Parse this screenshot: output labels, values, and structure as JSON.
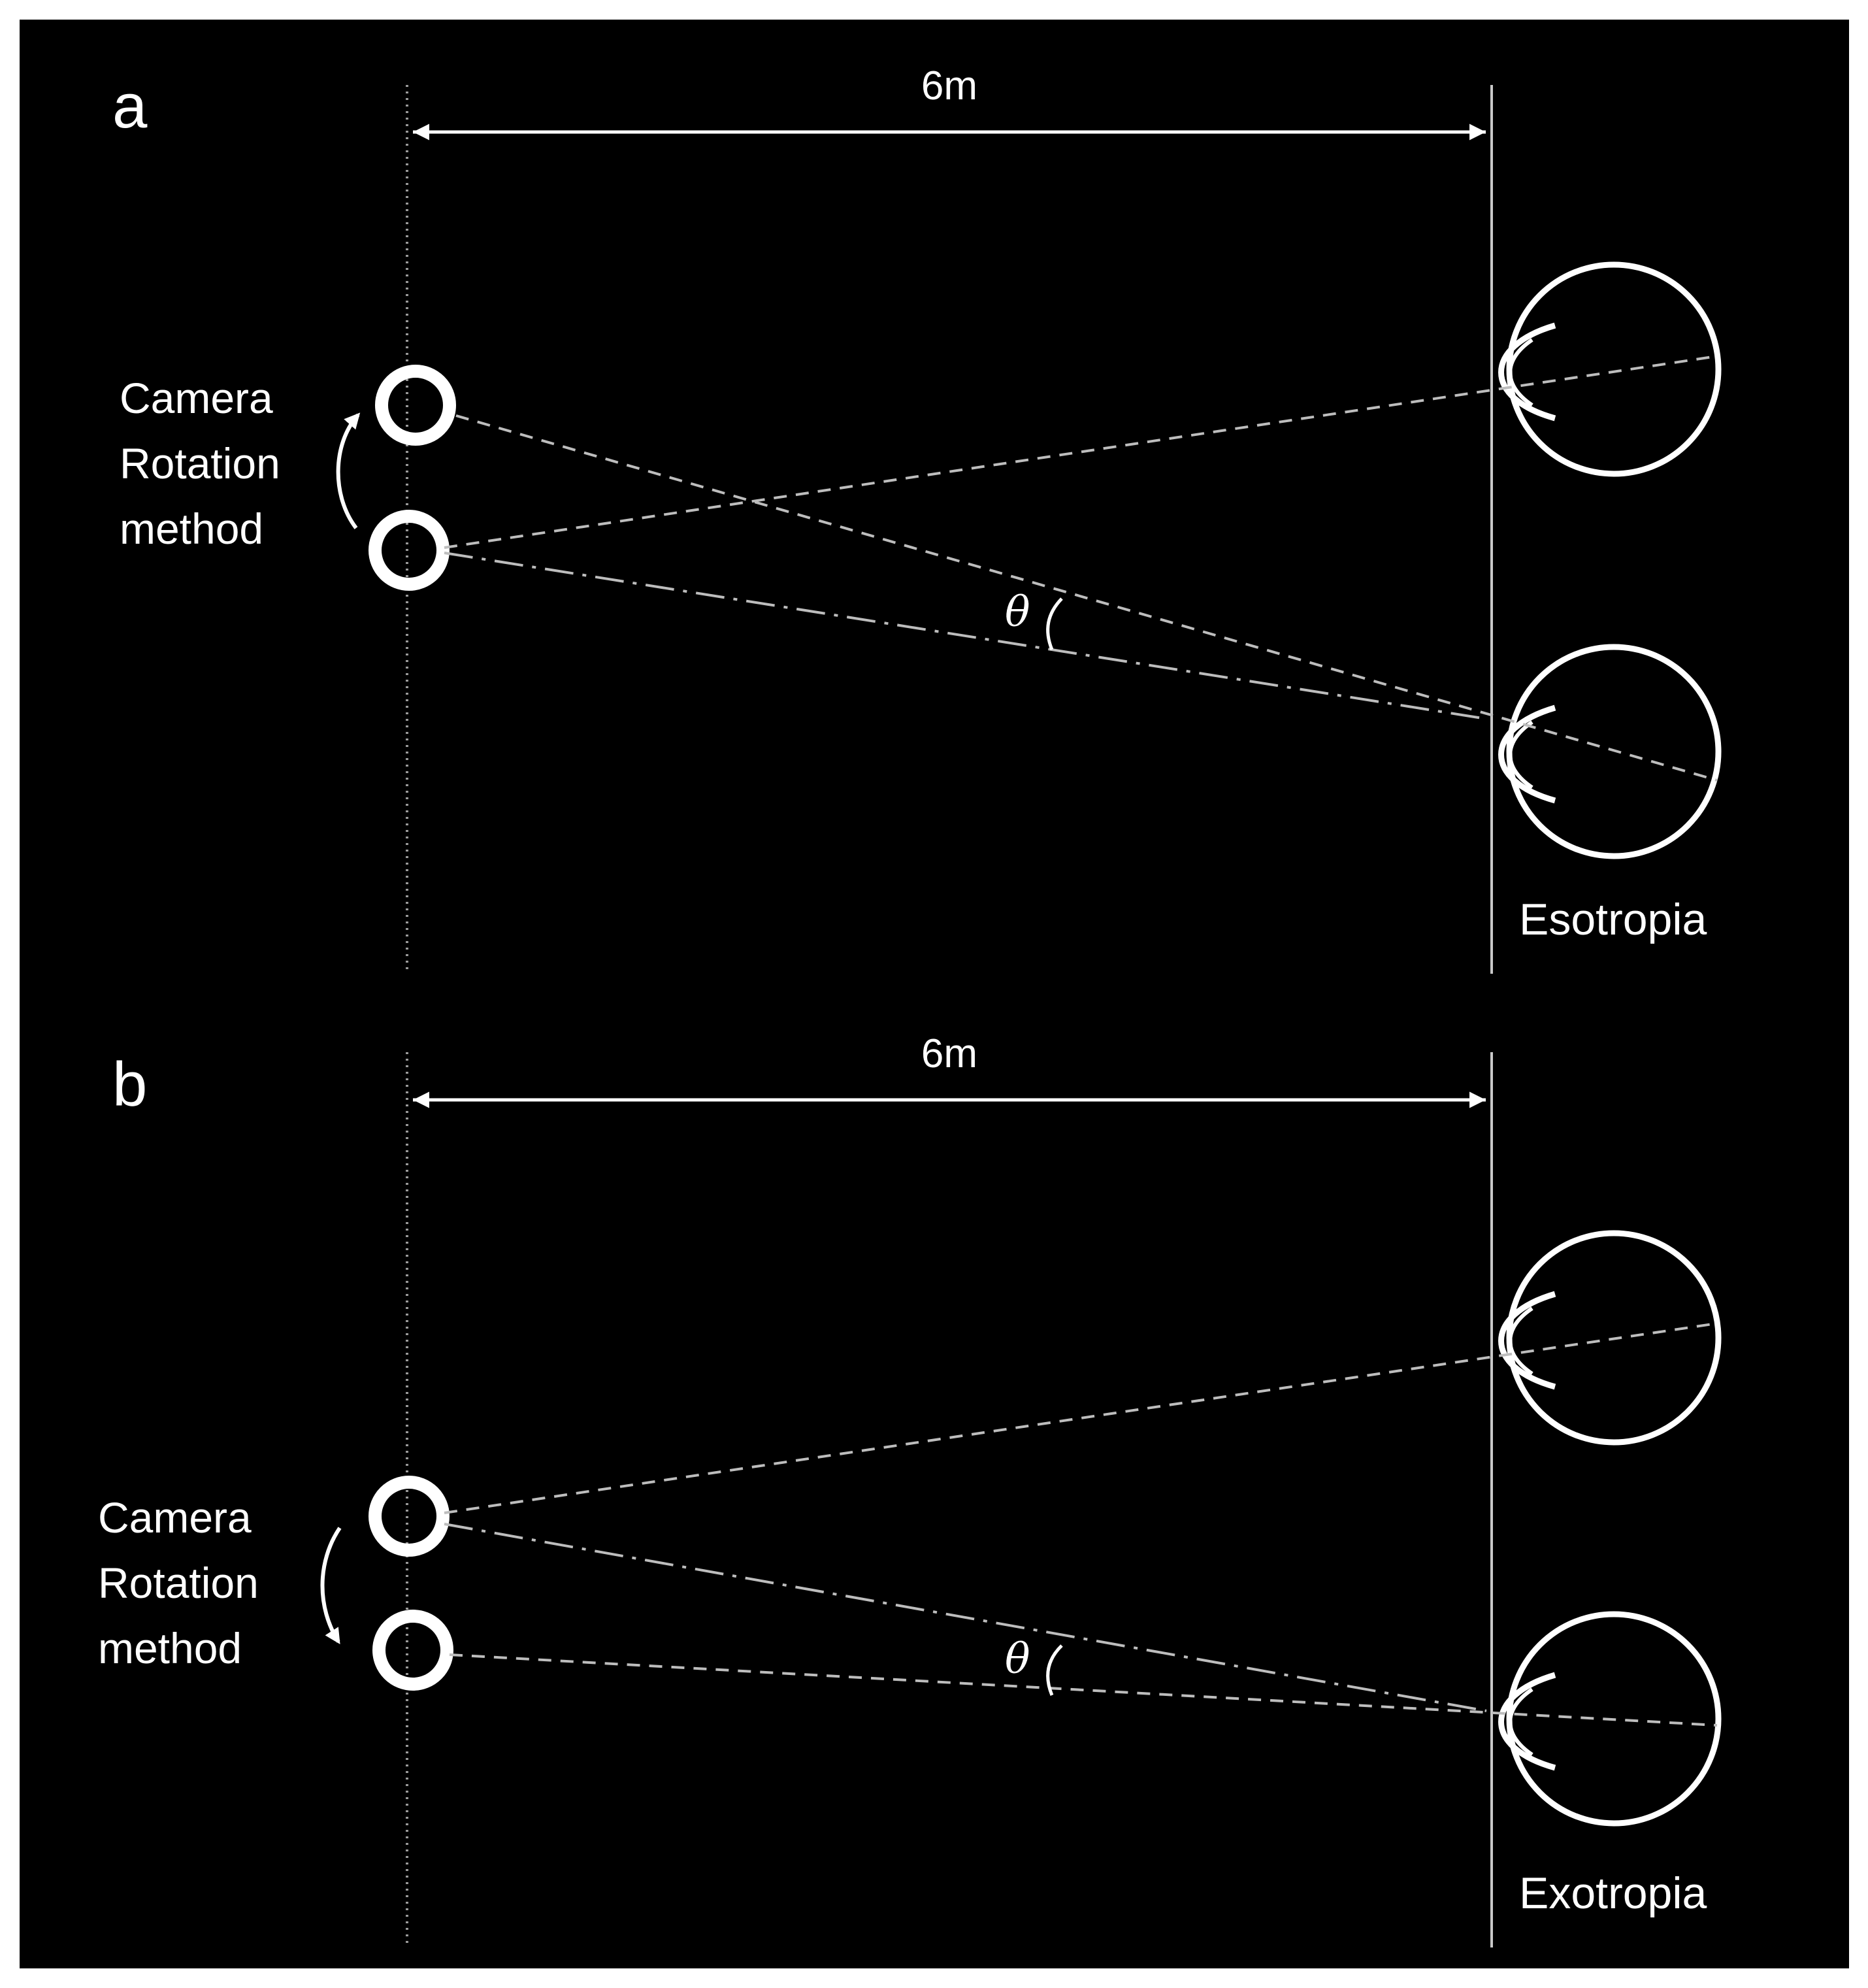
{
  "colors": {
    "background": "#000000",
    "frame": "#ffffff",
    "stroke": "#ffffff",
    "line": "#c8c8c8",
    "dashed": "#bdbdbd"
  },
  "panel_a": {
    "letter": "a",
    "distance": "6m",
    "method_line1": "Camera",
    "method_line2": "Rotation",
    "method_line3": "method",
    "angle": "θ",
    "condition": "Esotropia"
  },
  "panel_b": {
    "letter": "b",
    "distance": "6m",
    "method_line1": "Camera",
    "method_line2": "Rotation",
    "method_line3": "method",
    "angle": "θ",
    "condition": "Exotropia"
  }
}
